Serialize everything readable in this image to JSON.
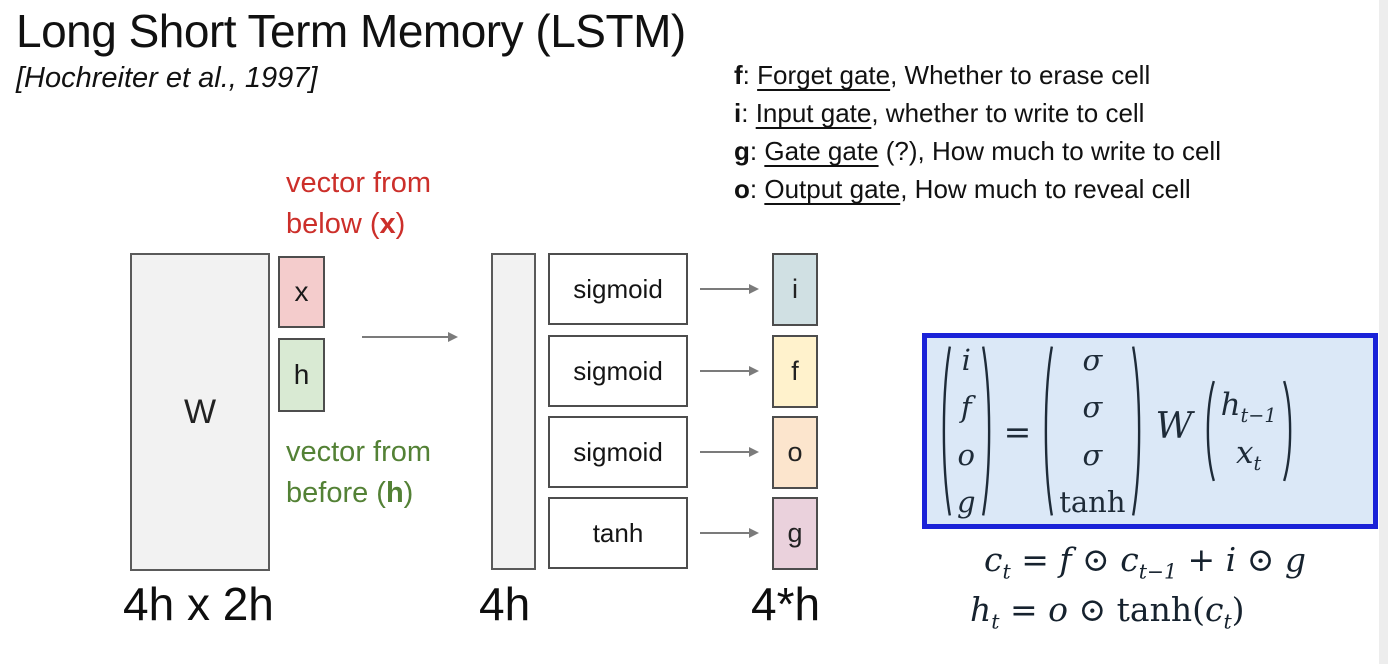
{
  "slide": {
    "title": "Long Short Term Memory (LSTM)",
    "citation": "[Hochreiter et al., 1997]"
  },
  "gates_legend": [
    {
      "letter": "f",
      "sep": ": ",
      "name": "Forget gate",
      "rest": ", Whether to erase cell"
    },
    {
      "letter": "i",
      "sep": ": ",
      "name": "Input gate",
      "rest": ", whether to write to cell"
    },
    {
      "letter": "g",
      "sep": ": ",
      "name": "Gate gate",
      "rest": " (?), How much to write to cell"
    },
    {
      "letter": "o",
      "sep": ": ",
      "name": "Output gate",
      "rest": ", How much to reveal cell"
    }
  ],
  "diagram": {
    "weight_matrix": {
      "label": "W",
      "dims_label": "4h x 2h",
      "fill": "#f2f2f2"
    },
    "input_vector_x": {
      "label": "x",
      "fill": "#f4cccc"
    },
    "input_vector_h": {
      "label": "h",
      "fill": "#d9ead3"
    },
    "annotation_below": {
      "line1": "vector from",
      "line2_pre": "below (",
      "line2_bold": "x",
      "line2_post": ")",
      "color": "#cc2f2a"
    },
    "annotation_before": {
      "line1": "vector from",
      "line2_pre": "before (",
      "line2_bold": "h",
      "line2_post": ")",
      "color": "#538135"
    },
    "preactivation_bar": {
      "label": "4h",
      "fill": "#f2f2f2"
    },
    "activations": [
      "sigmoid",
      "sigmoid",
      "sigmoid",
      "tanh"
    ],
    "gate_outputs": [
      {
        "label": "i",
        "fill": "#d0e0e3"
      },
      {
        "label": "f",
        "fill": "#fff2cc"
      },
      {
        "label": "o",
        "fill": "#fce5cd"
      },
      {
        "label": "g",
        "fill": "#ead1dc"
      }
    ],
    "output_label": "4*h"
  },
  "equations": {
    "matrix": {
      "lhs": [
        "i",
        "f",
        "o",
        "g"
      ],
      "equals": "=",
      "activations": [
        "σ",
        "σ",
        "σ",
        "tanh"
      ],
      "weight": "W",
      "input": [
        {
          "base": "h",
          "sub": "t−1"
        },
        {
          "base": "x",
          "sub": "t"
        }
      ],
      "box_fill": "#dbe8f7",
      "box_border": "#1a22d8"
    },
    "cell": {
      "p1": "c",
      "s1": "t",
      "p2": " = ",
      "p3": "f",
      "p4": " ⊙ ",
      "p5": "c",
      "s2": "t−1",
      "p6": " + ",
      "p7": "i",
      "p8": " ⊙ ",
      "p9": "g"
    },
    "hidden": {
      "p1": "h",
      "s1": "t",
      "p2": " = ",
      "p3": "o",
      "p4": " ⊙ tanh(",
      "p5": "c",
      "s2": "t",
      "p6": ")"
    }
  }
}
